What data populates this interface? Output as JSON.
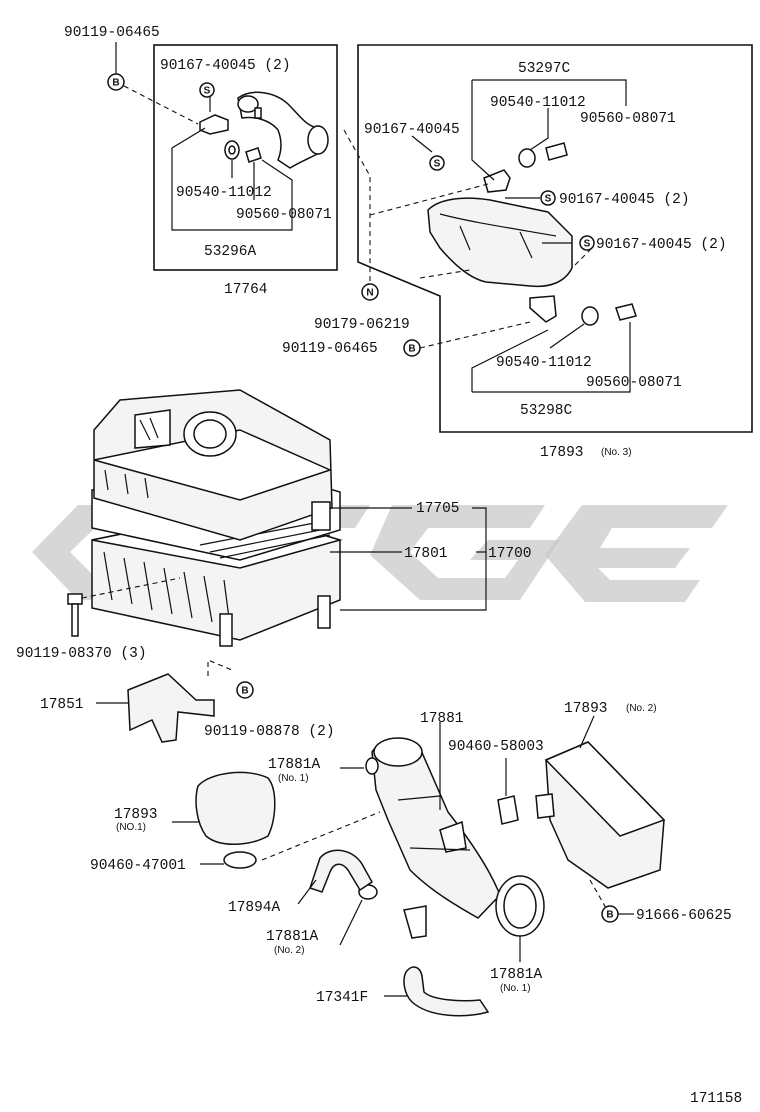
{
  "labels": {
    "p90119_06465_top": "90119-06465",
    "p90167_40045_2_top": "90167-40045 (2)",
    "p90540_11012_a": "90540-11012",
    "p90560_08071_a": "90560-08071",
    "p53296a": "53296A",
    "p17764": "17764",
    "p53297c": "53297C",
    "p90540_11012_b": "90540-11012",
    "p90560_08071_b": "90560-08071",
    "p90167_40045_mid": "90167-40045",
    "p90167_40045_2_r1": "90167-40045 (2)",
    "p90167_40045_2_r2": "90167-40045 (2)",
    "p90179_06219": "90179-06219",
    "p90119_06465_mid": "90119-06465",
    "p90540_11012_c": "90540-11012",
    "p90560_08071_c": "90560-08071",
    "p53298c": "53298C",
    "p17893_no3": "17893",
    "p17893_no3_sub": "(No. 3)",
    "p17705": "17705",
    "p17801": "17801",
    "p17700": "17700",
    "p90119_08370": "90119-08370 (3)",
    "p17851": "17851",
    "p90119_08878": "90119-08878 (2)",
    "p17881": "17881",
    "p17881a_no1_top": "17881A",
    "p17881a_no1_top_sub": "(No. 1)",
    "p90460_58003": "90460-58003",
    "p17893_no2": "17893",
    "p17893_no2_sub": "(No. 2)",
    "p17893_no1": "17893",
    "p17893_no1_sub": "(NO.1)",
    "p90460_47001": "90460-47001",
    "p17894a": "17894A",
    "p17881a_no2": "17881A",
    "p17881a_no2_sub": "(No. 2)",
    "p91666_60625": "91666-60625",
    "p17881a_no1_bot": "17881A",
    "p17881a_no1_bot_sub": "(No. 1)",
    "p17341f": "17341F",
    "diagram_number": "171158"
  },
  "symbols": {
    "bolt_b": "B",
    "screw_s": "S",
    "nut_n": "N"
  }
}
